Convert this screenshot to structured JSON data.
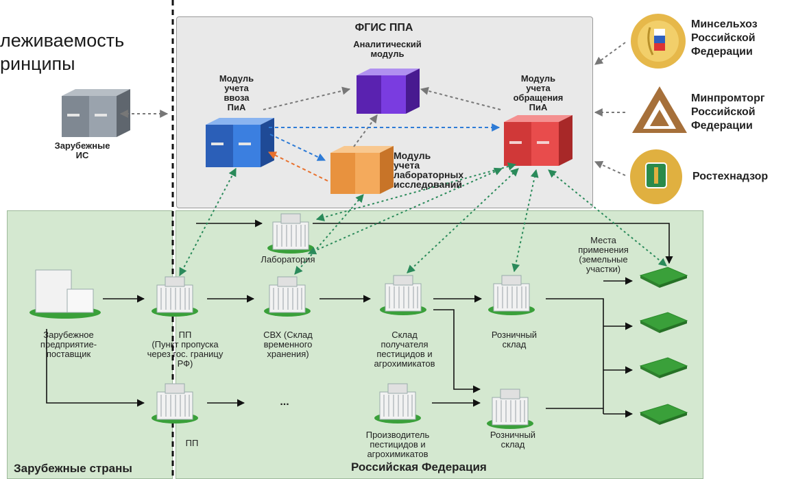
{
  "header": {
    "title_line1": "леживаемость",
    "title_line2": "ринципы"
  },
  "fgis": {
    "title": "ФГИС ППА",
    "analytic_module": [
      "Аналитический",
      "модуль"
    ],
    "import_module": [
      "Модуль",
      "учета",
      "ввоза",
      "ПиА"
    ],
    "circulation_module": [
      "Модуль",
      "учета",
      "обращения",
      "ПиА"
    ],
    "lab_module": [
      "Модуль",
      "учета",
      "лабораторных",
      "исследований"
    ]
  },
  "foreign_is": [
    "Зарубежные",
    "ИС"
  ],
  "agencies": [
    {
      "name": [
        "Минсельхоз",
        "Российской",
        "Федерации"
      ],
      "icon": "minselkhoz-emblem-icon"
    },
    {
      "name": [
        "Минпромторг",
        "Российской",
        "Федерации"
      ],
      "icon": "minpromtorg-emblem-icon"
    },
    {
      "name": [
        "Ростехнадзор"
      ],
      "icon": "rostekhnadzor-emblem-icon"
    }
  ],
  "nodes": {
    "laboratory": "Лаборатория",
    "supplier": [
      "Зарубежное",
      "предприятие-",
      "поставщик"
    ],
    "checkpoint": [
      "ПП",
      "(Пункт пропуска",
      "через гос. границу",
      "РФ)"
    ],
    "svh": [
      "СВХ (Склад",
      "временного",
      "хранения)"
    ],
    "recipient_warehouse": [
      "Склад",
      "получателя",
      "пестицидов и",
      "агрохимикатов"
    ],
    "retail_warehouse_1": [
      "Розничный",
      "склад"
    ],
    "retail_warehouse_2": [
      "Розничный",
      "склад"
    ],
    "producer": [
      "Производитель",
      "пестицидов и",
      "агрохимикатов"
    ],
    "checkpoint_2": "ПП",
    "ellipsis": "...",
    "application_places": [
      "Места",
      "применения",
      "(земельные",
      "участки)"
    ]
  },
  "regions": {
    "foreign": "Зарубежные страны",
    "russia": "Российская Федерация"
  },
  "colors": {
    "green_panel": "#d4e8d0",
    "grey_panel": "#e9e9e9",
    "server_blue": "#2f6fd0",
    "server_purple": "#6b2fc9",
    "server_orange": "#f0a050",
    "server_red": "#e04848",
    "server_grey": "#9aa3ad",
    "arrow_blue": "#2e7bd6",
    "arrow_green": "#2a8a5a",
    "arrow_orange": "#e8712e"
  }
}
